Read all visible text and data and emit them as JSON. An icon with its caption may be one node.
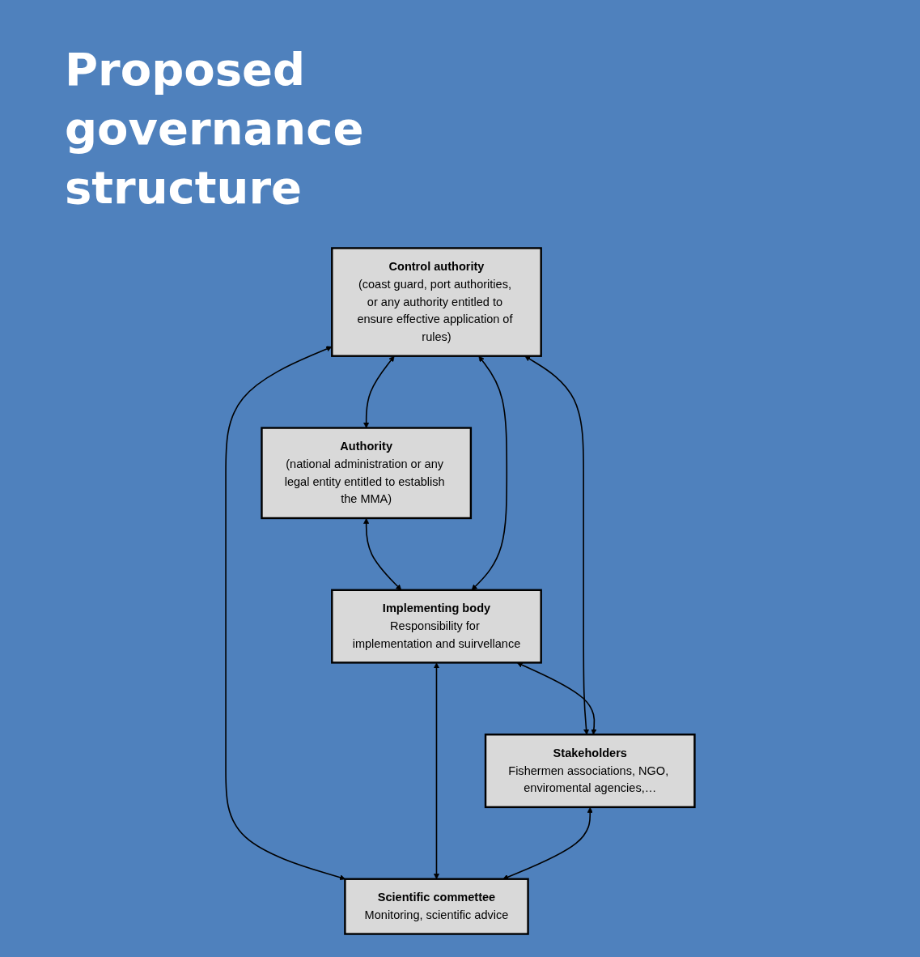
{
  "diagram": {
    "title": "Proposed governance structure",
    "nodes": [
      {
        "text": [
          "Authority",
          "(national administration or any legal entity entitled to establish the MMA)"
        ]
      },
      {
        "text": [
          "Control authority",
          "(coast guard, port authorities, or any authority entitled to ensure effective application of rules)"
        ]
      },
      {
        "text": [
          "Implementing body",
          "Responsibility for implementation and suirvellance"
        ]
      },
      {
        "text": [
          "Stakeholders",
          "Fishermen associations, NGO, enviromental agencies,…"
        ]
      },
      {
        "text": [
          "Scientific commettee",
          "Monitoring, scientific advice"
        ]
      }
    ],
    "edges": [
      {
        "from": 1,
        "to": 0,
        "arrow": "both"
      },
      {
        "from": 0,
        "to": 2,
        "arrow": "both"
      },
      {
        "from": 1,
        "to": 2,
        "arrow": "both"
      },
      {
        "from": 1,
        "to": 3,
        "arrow": "both"
      },
      {
        "from": 1,
        "to": 4,
        "arrow": "both"
      },
      {
        "from": 2,
        "to": 3,
        "arrow": "both"
      },
      {
        "from": 2,
        "to": 4,
        "arrow": "both"
      },
      {
        "from": 3,
        "to": 4,
        "arrow": "both"
      }
    ]
  }
}
